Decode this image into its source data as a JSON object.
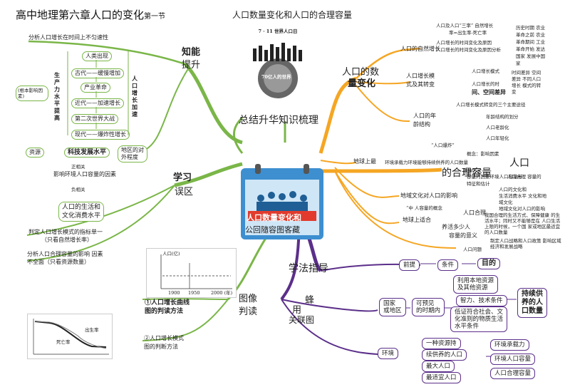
{
  "title": {
    "main": "高中地理第六章人口的变化",
    "suffix": "第一节",
    "subtitle": "人口数量变化和人口的合理容量"
  },
  "center": {
    "label": "人口数量变化和",
    "sub": "公回隨容图客藏"
  },
  "poster": {
    "caption": "7 · 11 世界人口日",
    "inner": "70亿人的世界"
  },
  "branches": {
    "summary": "总结升华知识梳理",
    "knowledge_a": "知能",
    "knowledge_b": "提升",
    "study_a": "学习",
    "study_b": "误区",
    "method": "学法指导",
    "image_a": "图像",
    "image_b": "判读",
    "bee_a": "蜂",
    "bee_b": "用",
    "bee_c": "关联图",
    "num_a": "人口的数",
    "num_b": "量变化",
    "cap_a": "人口",
    "cap_b": "的合理容量"
  },
  "left_top": {
    "heading": "分析人口增长在时间上不匀速性",
    "steps": [
      "人类出现",
      "古代——缓慢增加",
      "产业革命",
      "近代——加速增长",
      "第二次世界大战",
      "现代——爆炸性增长"
    ],
    "left_label": "生产力水平提高",
    "root": "(根本影响因素)",
    "right_label": "人口增长加速"
  },
  "middle_left": {
    "core": "科技发展水平",
    "resources": "资源",
    "openness_a": "地区的对",
    "openness_b": "外程度",
    "pos": "正相关",
    "factors": "影响环境人口容量的因素",
    "neg": "负相关",
    "living_a": "人口的生活和",
    "living_b": "文化消费水平"
  },
  "misconceptions": [
    "判定人口增长模式的指标单一",
    "（只看自然增长率）",
    "分析人口合理容量的影响  因素",
    "不全面（只看资源数量）"
  ],
  "images": {
    "chart_title": "①人口增长曲线",
    "chart_title_b": "图的判读方法",
    "model_title": "②人口增长模式",
    "model_title_b": "图的判断方法",
    "mini_chart_ylabel": "人口(亿)",
    "mini_chart_ticks": [
      "1900",
      "1950",
      "2000 (年)"
    ],
    "model_labels": [
      "出生率",
      "死亡率"
    ]
  },
  "right_top": {
    "item1": "人口及人口“三率”  自然增长",
    "item1b": "率=出生率-死亡率",
    "item2": "人口增长的时间变化及原因",
    "item3": "人口的自然增长",
    "item3b": "人口增长的时间变化及原因分析",
    "periods": [
      "历史时期  农业",
      "革命之前 农业",
      "革命期间  工业",
      "革命开始  发达",
      "国家  发展中国",
      "家"
    ],
    "model_heading_a": "人口增长模",
    "model_heading_b": "式及其转变",
    "model_items": [
      "人口增长模式",
      "人口增长的时",
      "间、空间差异",
      "人口增长模式转变的三个主要途径"
    ],
    "model_side": [
      "时间差异  空间",
      "差异  不同人口",
      "增长  模式的转",
      "变"
    ],
    "age_a": "人口的年",
    "age_b": "龄结构",
    "age_items": [
      "年龄结构的划分",
      "人口老龄化",
      "人口年轻化"
    ],
    "earth": "地球上最",
    "earth_desc": "环境承载力环境能够持续供养的人口数量",
    "pop_burst": "“人口爆炸”",
    "concept": "概念：影响因素",
    "cap_desc_a": "容量的因素环境人口容量与",
    "cap_desc_b": "特征和估计",
    "cap_features": [
      "多种方式",
      "人口合理  容量的"
    ],
    "culture": "地域文化对人口的影响",
    "culture_side": [
      "人口的文化和",
      "生活消费水平  文化和地",
      "域文化",
      "地域文化对人口的影响"
    ],
    "reasonable": "人口合理",
    "reasonable_b": "容量的意义",
    "reason_side": "我国合理的生活方式、保障健康  的生活水平；同时又不能够是在  人口生活上限的时候，一个国  家或地区最适宜的人口数量",
    "earth2": "地球上适合",
    "earth2b": "养活多少人",
    "conc_a": "“中 人容量的概念",
    "problem": "人口问题",
    "policy": "制定人口战略和人口政策  影响区域经济和发展战略"
  },
  "method": {
    "premise": "前提",
    "condition": "条件",
    "goal": "目的",
    "region_a": "国家",
    "region_b": "或地区",
    "foresee_a": "可预见",
    "foresee_b": "的时期内",
    "use_a": "利用本地资源",
    "use_b": "及其他资源",
    "tech": "智力、技术条件",
    "ensure_a": "低证符合社会、文",
    "ensure_b": "化准则的物质生活",
    "ensure_c": "水平条件",
    "keep_a": "持续供",
    "keep_b": "养的人",
    "keep_c": "口数量",
    "env": "环境",
    "env_items": [
      "一种资源持",
      "续供养的人口",
      "最大人口",
      "最适宜人口"
    ],
    "env_right": [
      "环境承载力",
      "环境人口容量",
      "人口合理容量"
    ]
  },
  "colors": {
    "green": "#7ab648",
    "orange": "#f5a623",
    "purple": "#5b2f8a",
    "title": "#111111"
  }
}
